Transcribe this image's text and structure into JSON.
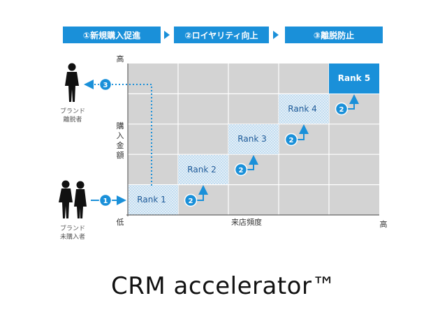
{
  "phases": [
    "①新規購入促進",
    "②ロイヤリティ向上",
    "③離脱防止"
  ],
  "y_axis": {
    "high": "高",
    "low": "低",
    "label": [
      "購",
      "入",
      "金",
      "額"
    ]
  },
  "x_axis": {
    "label": "来店頻度",
    "high": "高"
  },
  "ranks": [
    "Rank 1",
    "Rank 2",
    "Rank 3",
    "Rank 4",
    "Rank 5"
  ],
  "markers": {
    "acquire": "1",
    "loyalty": "2",
    "churn": "3"
  },
  "people": {
    "churned": [
      "ブランド",
      "離脱者"
    ],
    "non_buyer": [
      "ブランド",
      "未購入者"
    ]
  },
  "footer": {
    "title": "CRM accelerator™"
  },
  "colors": {
    "accent": "#1a90d9",
    "grid": "#d3d3d3",
    "dark": "#1f5b99"
  }
}
